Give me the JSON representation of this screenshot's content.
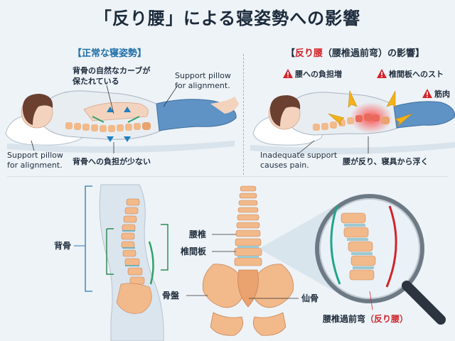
{
  "title": "「反り腰」による寝姿勢への影響",
  "left_panel": {
    "heading": "【正常な寝姿勢】",
    "callout_top_line1": "背骨の自然なカーブが",
    "callout_top_line2": "保たれている",
    "pillow_right_line1": "Support pillow",
    "pillow_right_line2": "for alignment.",
    "pillow_left_line1": "Support pillow",
    "pillow_left_line2": "for alignment.",
    "callout_bottom": "背骨への負担が少ない"
  },
  "right_panel": {
    "heading_prefix": "【",
    "heading_red": "反り腰",
    "heading_suffix": "（腰椎過前弯）の影響】",
    "warning_1": "腰への負担増",
    "warning_2": "椎間板へのスト",
    "warning_3": "筋肉",
    "inadequate_line1": "Inadequate support",
    "inadequate_line2": "causes pain.",
    "callout_bottom": "腰が反り、寝具から浮く"
  },
  "anatomy": {
    "label_spine": "背骨",
    "label_lumbar": "腰椎",
    "label_disc": "椎間板",
    "label_pelvis": "骨盤",
    "label_sacrum": "仙骨",
    "magnifier_caption_prefix": "腰椎過前弯",
    "magnifier_caption_red": "（反り腰）"
  },
  "colors": {
    "accent_red": "#d2232a",
    "accent_blue": "#1f6fa8",
    "arrow_yellow": "#f3b21a",
    "bone": "#f2b98a",
    "disc": "#9cc9d3"
  }
}
